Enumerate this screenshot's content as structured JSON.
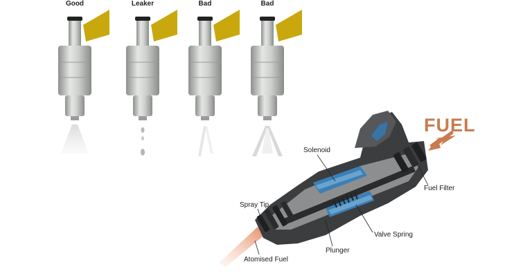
{
  "injectors": [
    {
      "label": "Good",
      "spray": "cone"
    },
    {
      "label": "Leaker",
      "spray": "drips"
    },
    {
      "label": "Bad",
      "spray": "faint"
    },
    {
      "label": "Bad",
      "spray": "split"
    }
  ],
  "cutaway": {
    "fuel_word": "FUEL",
    "callouts": {
      "solenoid": "Solenoid",
      "fuel_filter": "Fuel Filter",
      "spray_tip": "Spray Tip",
      "valve_spring": "Valve Spring",
      "plunger": "Plunger",
      "atomised_fuel": "Atomised Fuel"
    }
  },
  "colors": {
    "connector": "#c9a80e",
    "body_light": "#d6d8d6",
    "body_shadow": "#9a9c9a",
    "cutaway_dark": "#3c3d3f",
    "cutaway_blue": "#3b7fb5",
    "fuel_arrow": "#c97b50"
  }
}
